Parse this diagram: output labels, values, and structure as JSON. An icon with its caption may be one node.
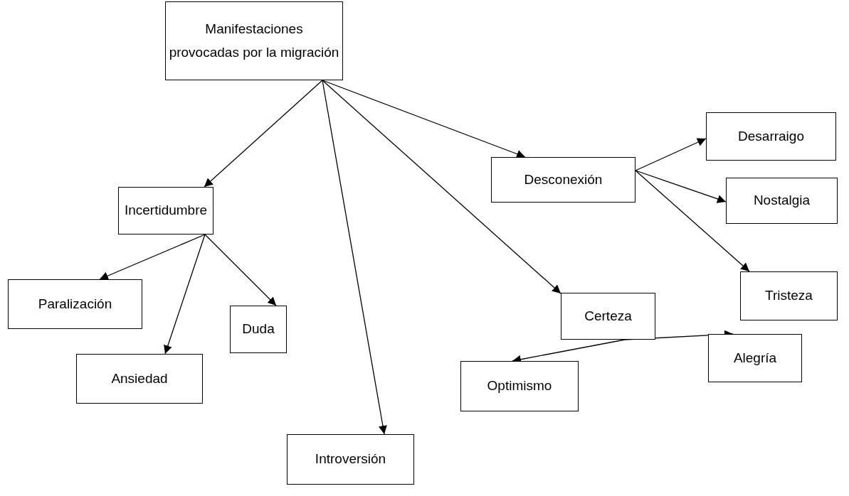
{
  "diagram": {
    "nodes": [
      {
        "text": [
          "Manifestaciones provocadas por la migración"
        ]
      },
      {
        "text": [
          "Incertidumbre"
        ]
      },
      {
        "text": [
          "Paralización"
        ]
      },
      {
        "text": [
          "Ansiedad"
        ]
      },
      {
        "text": [
          "Duda"
        ]
      },
      {
        "text": [
          "Introversión"
        ]
      },
      {
        "text": [
          "Desconexión"
        ]
      },
      {
        "text": [
          "Desarraigo"
        ]
      },
      {
        "text": [
          "Nostalgia"
        ]
      },
      {
        "text": [
          "Certeza"
        ]
      },
      {
        "text": [
          "Tristeza"
        ]
      },
      {
        "text": [
          "Optimismo"
        ]
      },
      {
        "text": [
          "Alegría"
        ]
      }
    ],
    "edges": [
      {
        "from": 0,
        "to": 1,
        "arrow": "to"
      },
      {
        "from": 0,
        "to": 5,
        "arrow": "to"
      },
      {
        "from": 0,
        "to": 9,
        "arrow": "to"
      },
      {
        "from": 0,
        "to": 6,
        "arrow": "to"
      },
      {
        "from": 1,
        "to": 2,
        "arrow": "to"
      },
      {
        "from": 1,
        "to": 3,
        "arrow": "to"
      },
      {
        "from": 1,
        "to": 4,
        "arrow": "to"
      },
      {
        "from": 6,
        "to": 7,
        "arrow": "to"
      },
      {
        "from": 6,
        "to": 8,
        "arrow": "to"
      },
      {
        "from": 6,
        "to": 10,
        "arrow": "to"
      },
      {
        "from": 9,
        "to": 11,
        "arrow": "to"
      },
      {
        "from": 9,
        "to": 12,
        "arrow": "to"
      }
    ]
  }
}
